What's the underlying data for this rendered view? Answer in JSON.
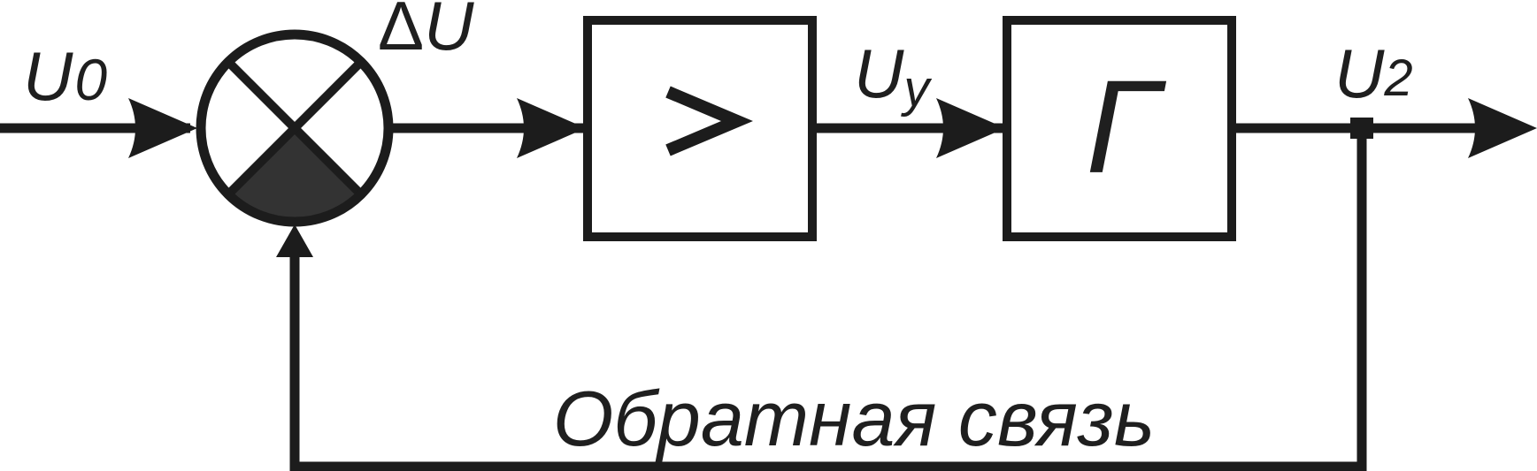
{
  "diagram": {
    "labels": {
      "input": "U",
      "input_sub": "0",
      "error_delta": "Δ",
      "error_symbol": "U",
      "amp_out": "U",
      "amp_out_sub": "у",
      "output": "U",
      "output_sub": "2",
      "feedback": "Обратная связь"
    },
    "blocks": {
      "amplifier_symbol": ">",
      "generator_symbol": "Г"
    }
  }
}
